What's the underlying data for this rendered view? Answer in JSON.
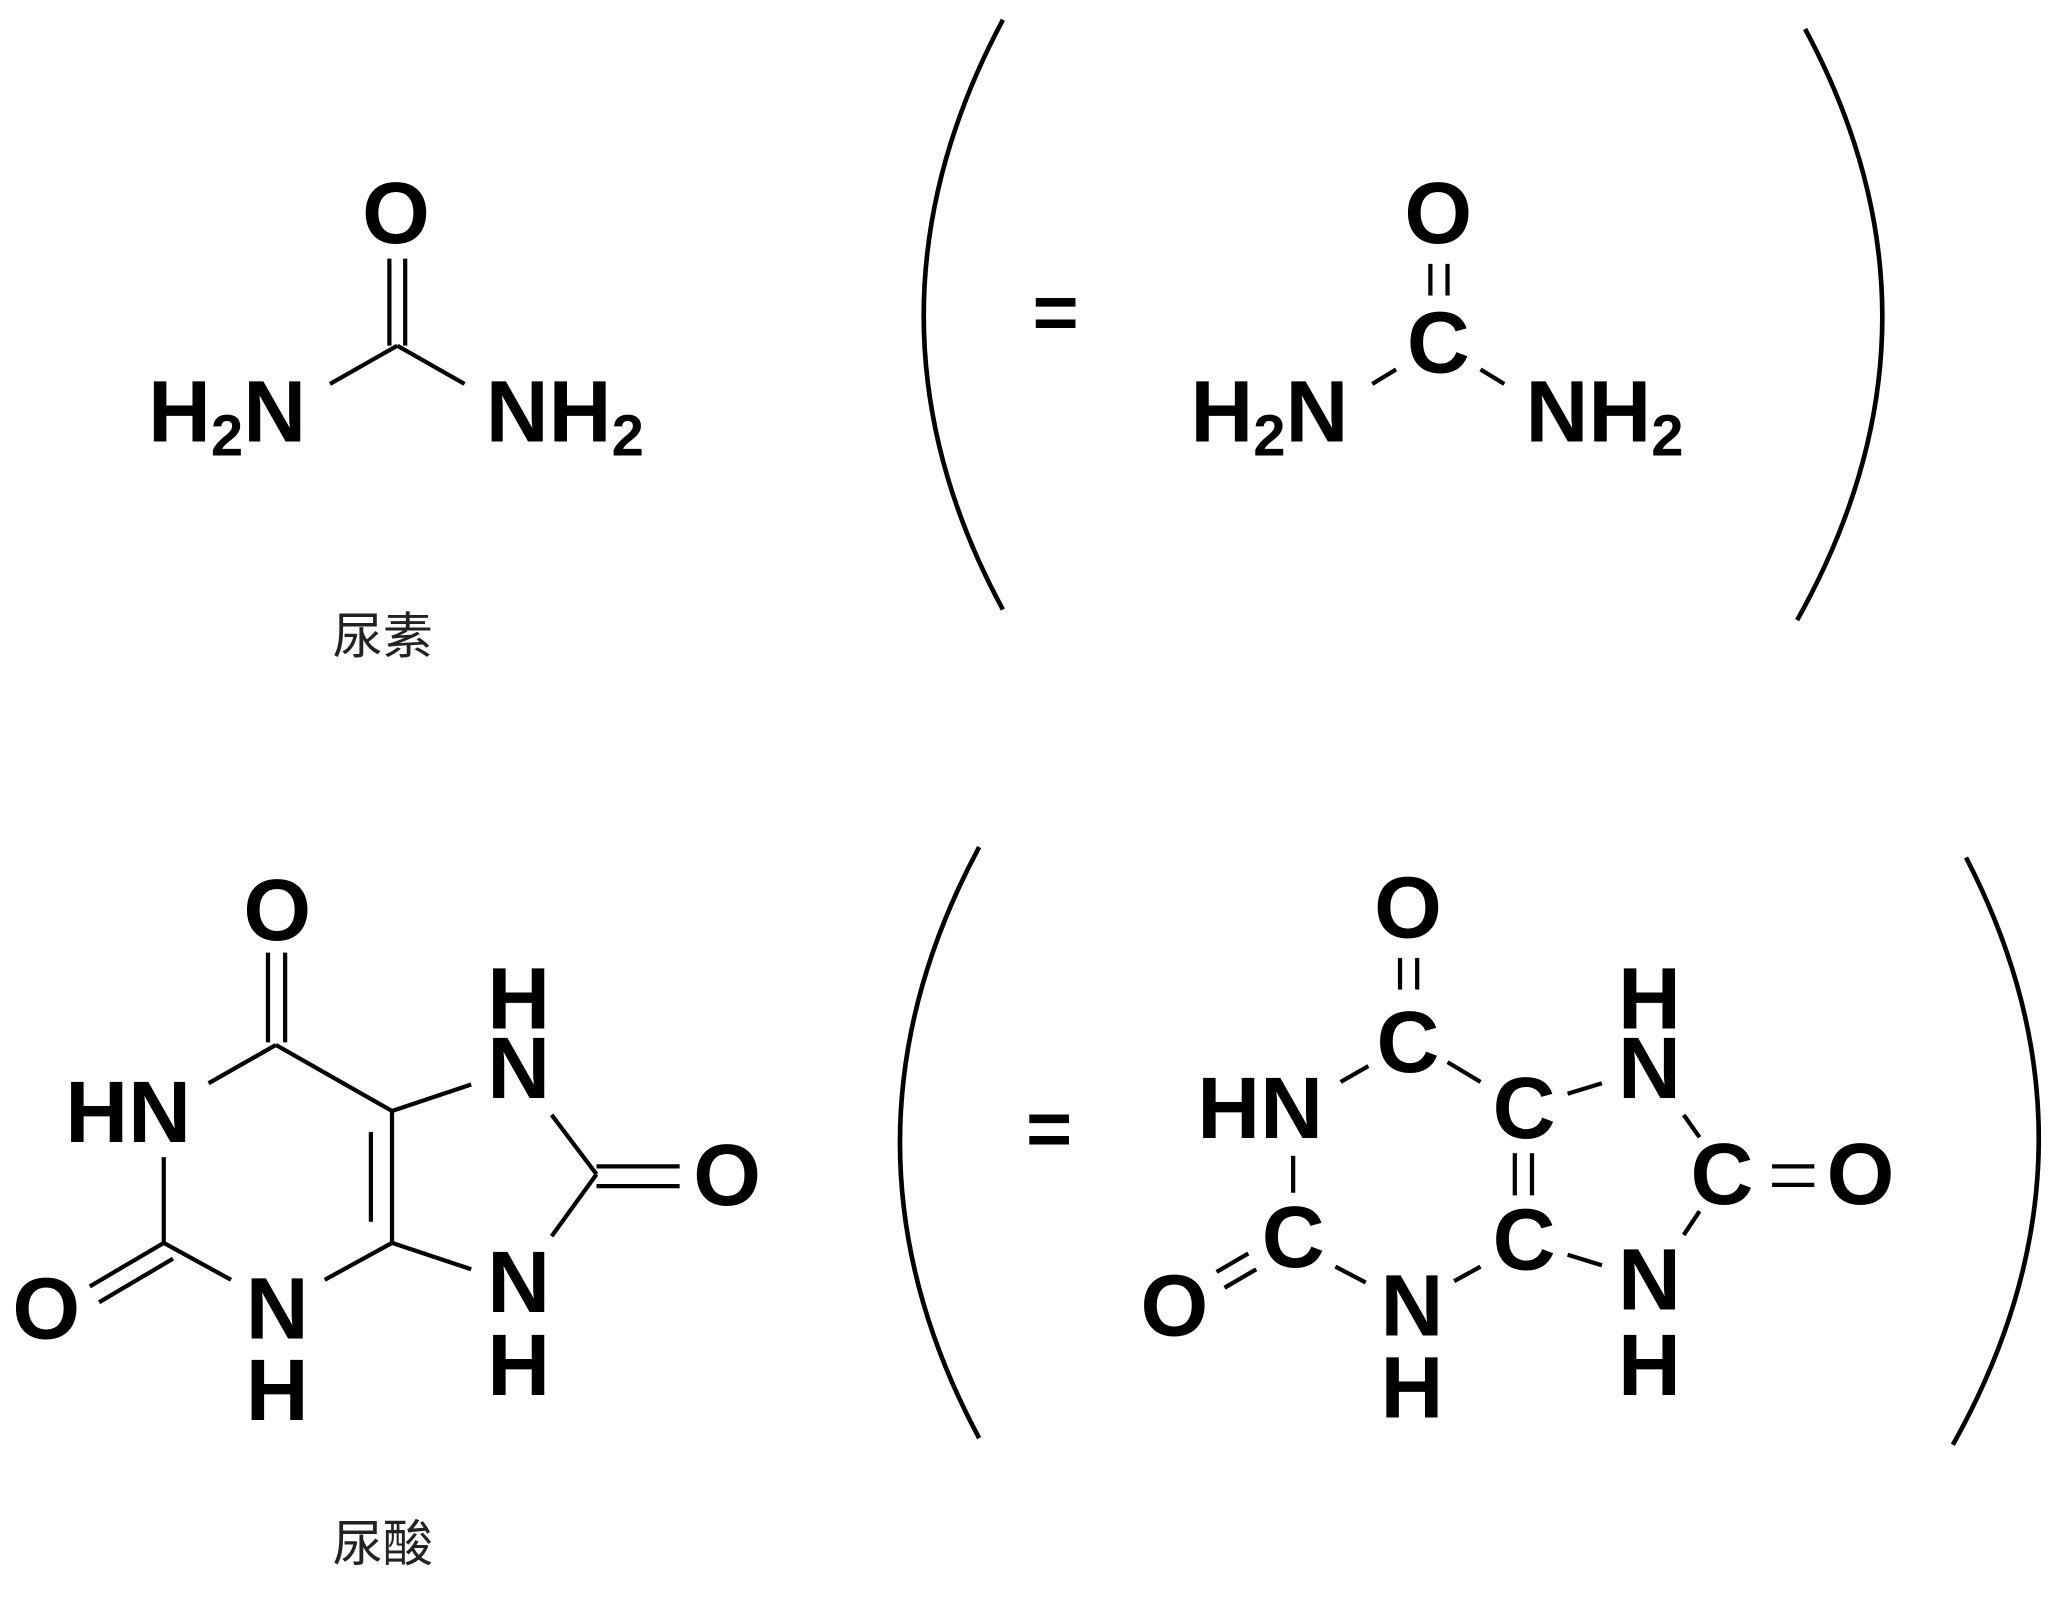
{
  "urea": {
    "name": "尿素",
    "skeletal": {
      "O": "O",
      "left": [
        "H",
        "2",
        "N"
      ],
      "right": [
        "NH",
        "2"
      ]
    },
    "expanded": {
      "equals": "=",
      "O": "O",
      "C": "C",
      "left": [
        "H",
        "2",
        "N"
      ],
      "right": [
        "NH",
        "2"
      ]
    }
  },
  "uric_acid": {
    "name": "尿酸",
    "skeletal": {
      "O6": "O",
      "N1": "HN",
      "O2": "O",
      "N3": "N",
      "H3": "H",
      "N7": "N",
      "H7": "H",
      "N9": "N",
      "H9": "H",
      "O8": "O"
    },
    "expanded": {
      "equals": "=",
      "O6": "O",
      "C6": "C",
      "N1": "HN",
      "C2": "C",
      "O2": "O",
      "N3": "N",
      "H3": "H",
      "C5": "C",
      "C4": "C",
      "N7": "N",
      "H7": "H",
      "C8": "C",
      "O8": "O",
      "N9": "N",
      "H9": "H"
    }
  }
}
